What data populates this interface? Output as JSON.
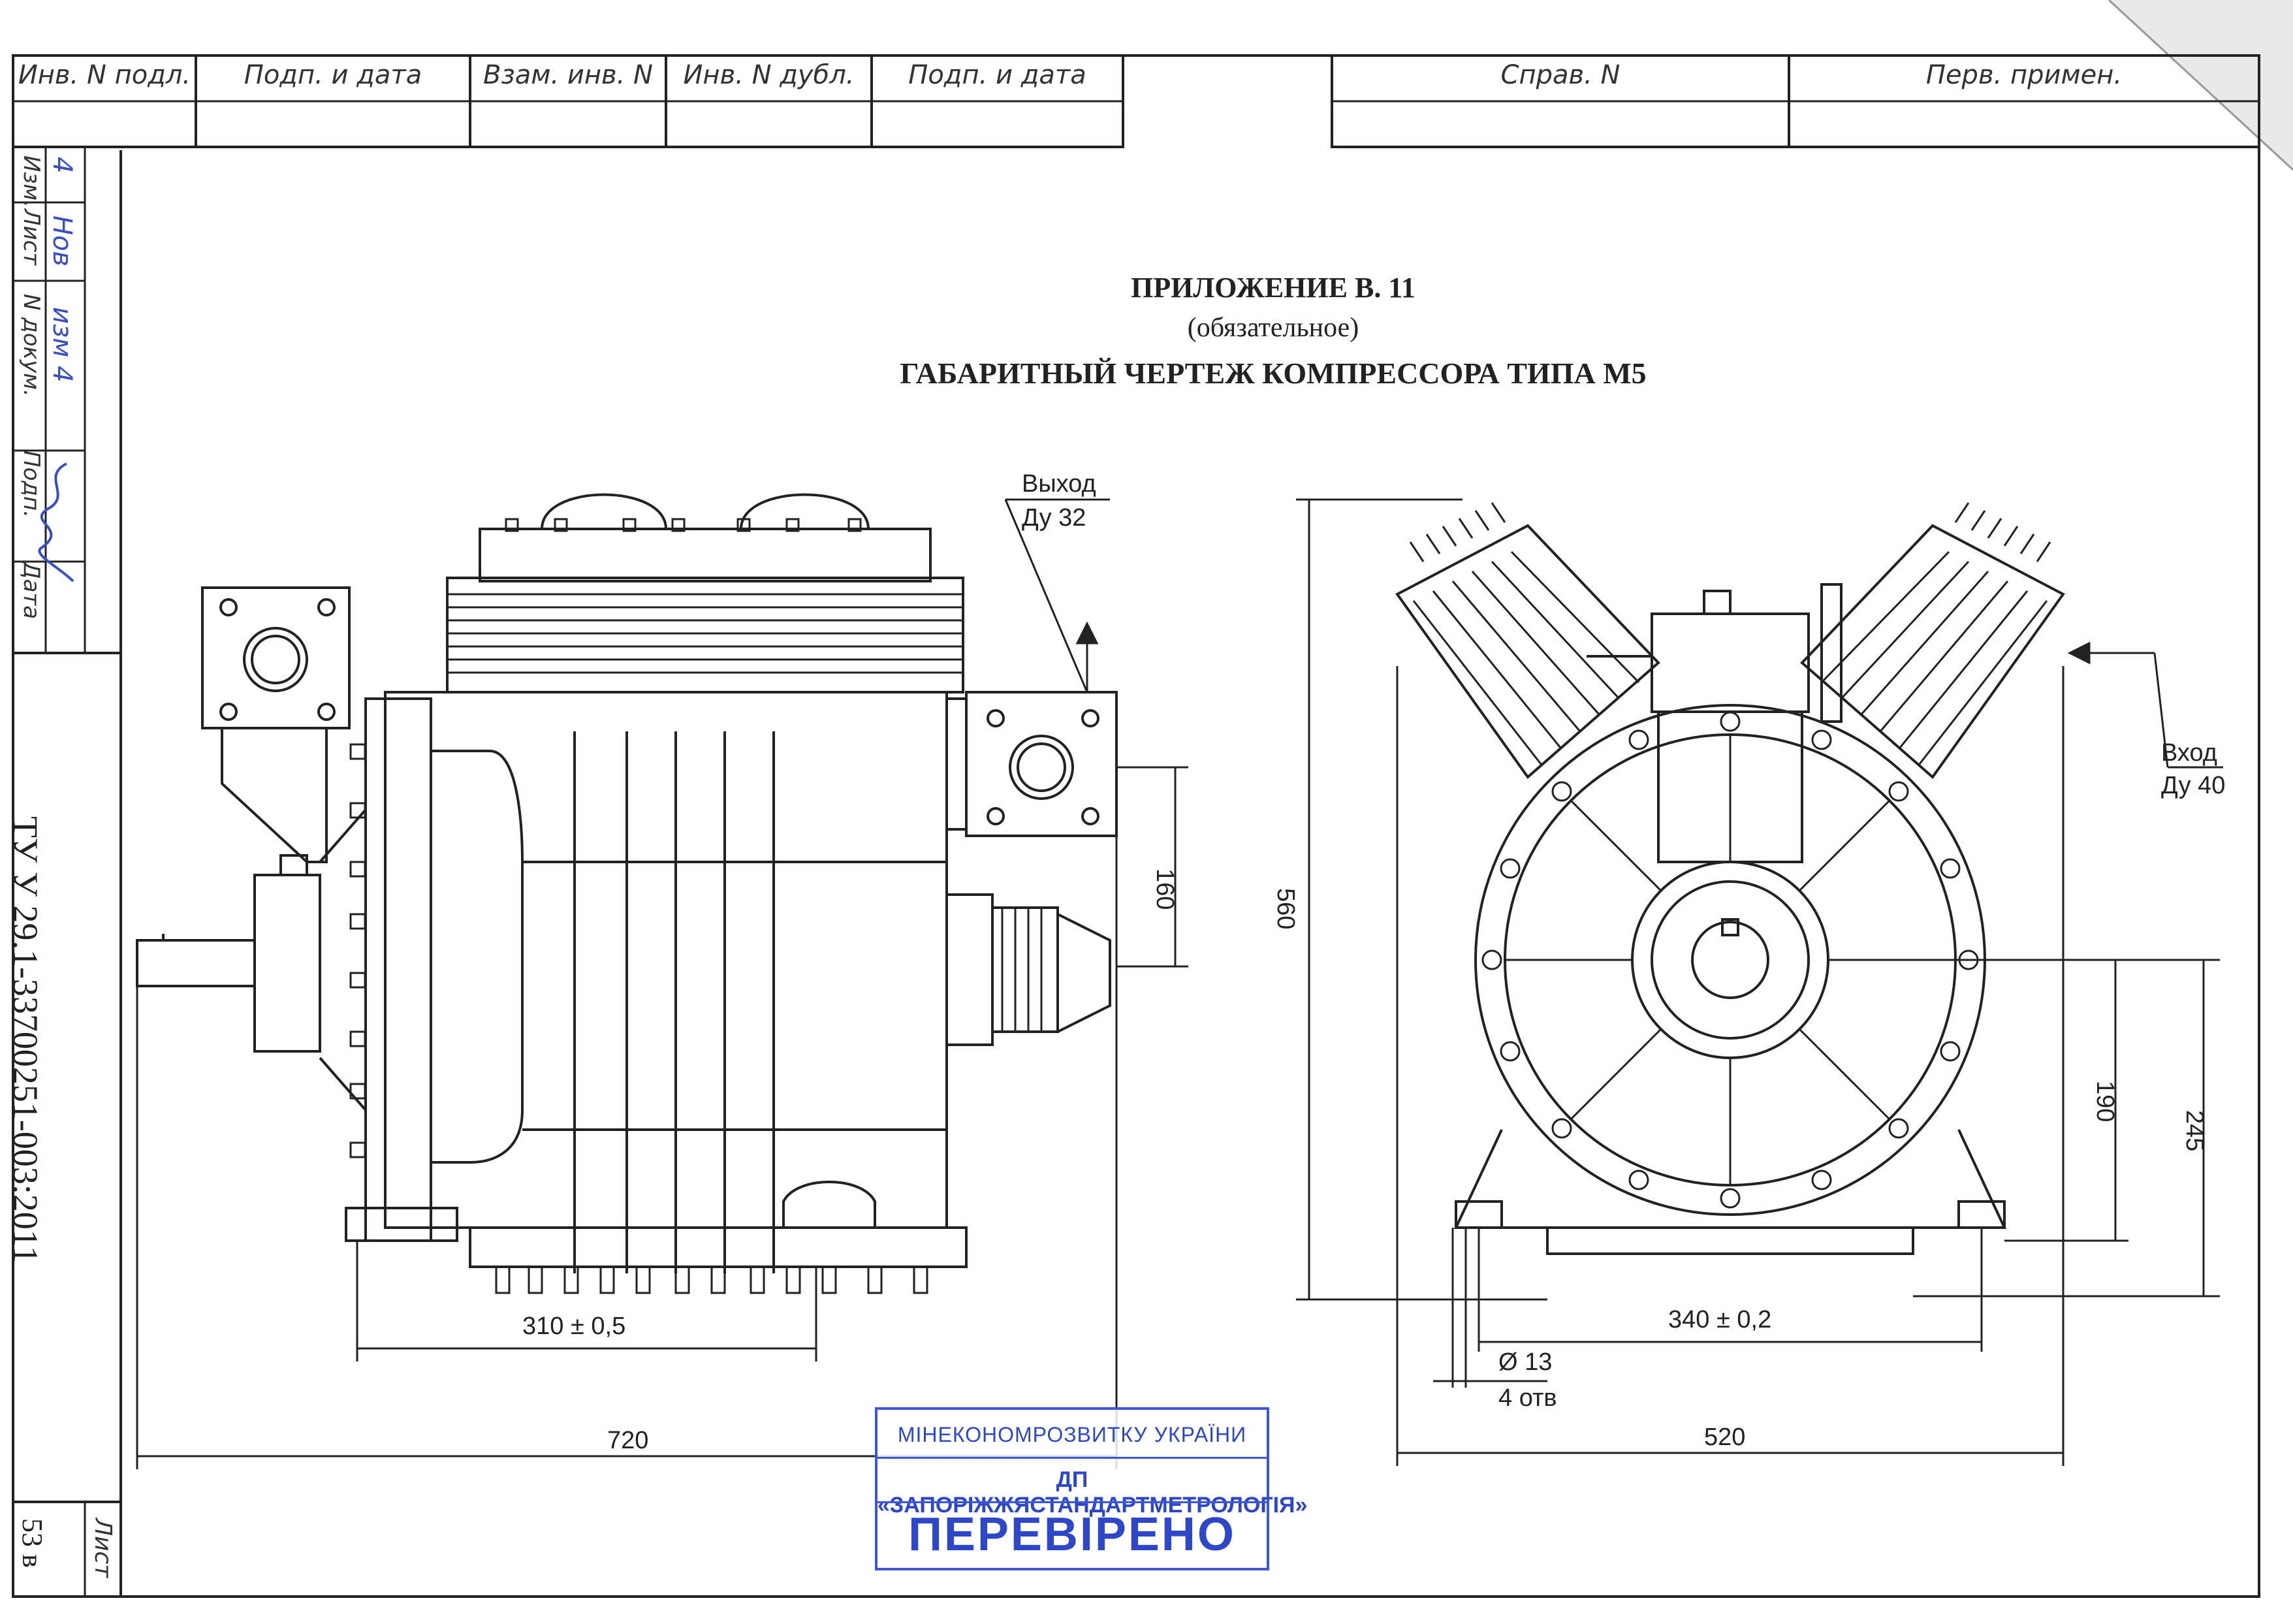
{
  "header_stamp": {
    "left_cells": [
      "Инв. N подл.",
      "Подп. и дата",
      "Взам. инв. N",
      "Инв. N дубл.",
      "Подп. и дата"
    ],
    "right_cells": [
      "Справ. N",
      "Перв. примен."
    ]
  },
  "side_stamp": {
    "labels": [
      "Изм.",
      "Лист",
      "N докум.",
      "Подп.",
      "Дата"
    ],
    "handwritten": [
      "4",
      "Нов",
      "изм 4"
    ],
    "doc_code": "ТУ У 29.1-33700251-003:2011",
    "sheet_label": "Лист",
    "sheet_number": "53 в"
  },
  "title": {
    "line1": "ПРИЛОЖЕНИЕ В. 11",
    "line2": "(обязательное)",
    "line3": "ГАБАРИТНЫЙ ЧЕРТЕЖ КОМПРЕССОРА ТИПА М5"
  },
  "annotations": {
    "outlet_label": "Выход",
    "outlet_size": "Ду 32",
    "inlet_label": "Вход",
    "inlet_size": "Ду 40",
    "hole_dia": "Ø 13",
    "hole_count": "4 отв"
  },
  "dimensions": {
    "d_160": "160",
    "d_310": "310 ± 0,5",
    "d_720": "720",
    "d_560": "560",
    "d_190": "190",
    "d_245": "245",
    "d_340": "340 ± 0,2",
    "d_520": "520"
  },
  "stamp": {
    "line1": "МІНЕКОНОМРОЗВИТКУ УКРАЇНИ",
    "line2": "ДП «ЗАПОРІЖЖЯСТАНДАРТМЕТРОЛОГІЯ»",
    "line3": "ПЕРЕВІРЕНО"
  },
  "colors": {
    "ink": "#222222",
    "stamp_blue": "#2d47c8",
    "handwriting_blue": "#3a4fbf"
  }
}
